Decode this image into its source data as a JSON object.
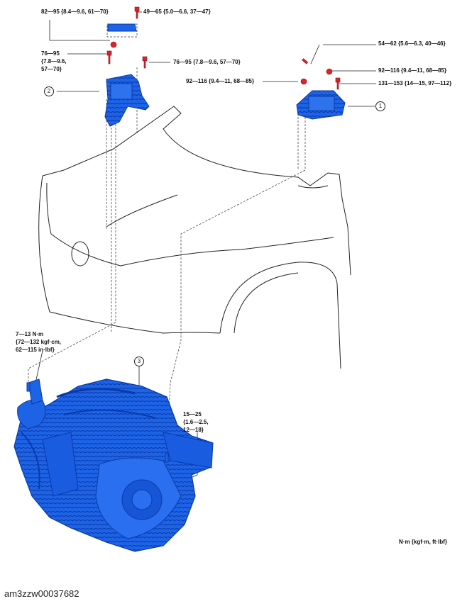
{
  "torques": {
    "t1": "82—95 {8.4—9.6, 61—70}",
    "t2": "49—65 {5.0—6.6, 37—47}",
    "t3a": "76—95",
    "t3b": "{7.8—9.6,",
    "t3c": "57—70}",
    "t4": "76—95 {7.8—9.6, 57—70}",
    "t5": "54—62 {5.6—6.3, 40—46}",
    "t6": "92—116 {9.4—11, 68—85}",
    "t7": "92—116 {9.4—11, 68—85}",
    "t8": "131—153 {14—15, 97—112}",
    "t9a": "7—13 N·m",
    "t9b": "{72—132 kgf·cm,",
    "t9c": "62—115 in·lbf}",
    "t10a": "15—25",
    "t10b": "{1.6—2.5,",
    "t10c": "12—18}"
  },
  "callouts": {
    "c1": "1",
    "c2": "2",
    "c3": "3"
  },
  "unit_note": "N·m {kgf·m, ft·lbf}",
  "doc_id": "am3zzw00037682",
  "colors": {
    "part_blue": "#1a5fe0",
    "part_dark": "#0a3aa8",
    "bolt_red": "#d8242a",
    "line": "#222222"
  }
}
